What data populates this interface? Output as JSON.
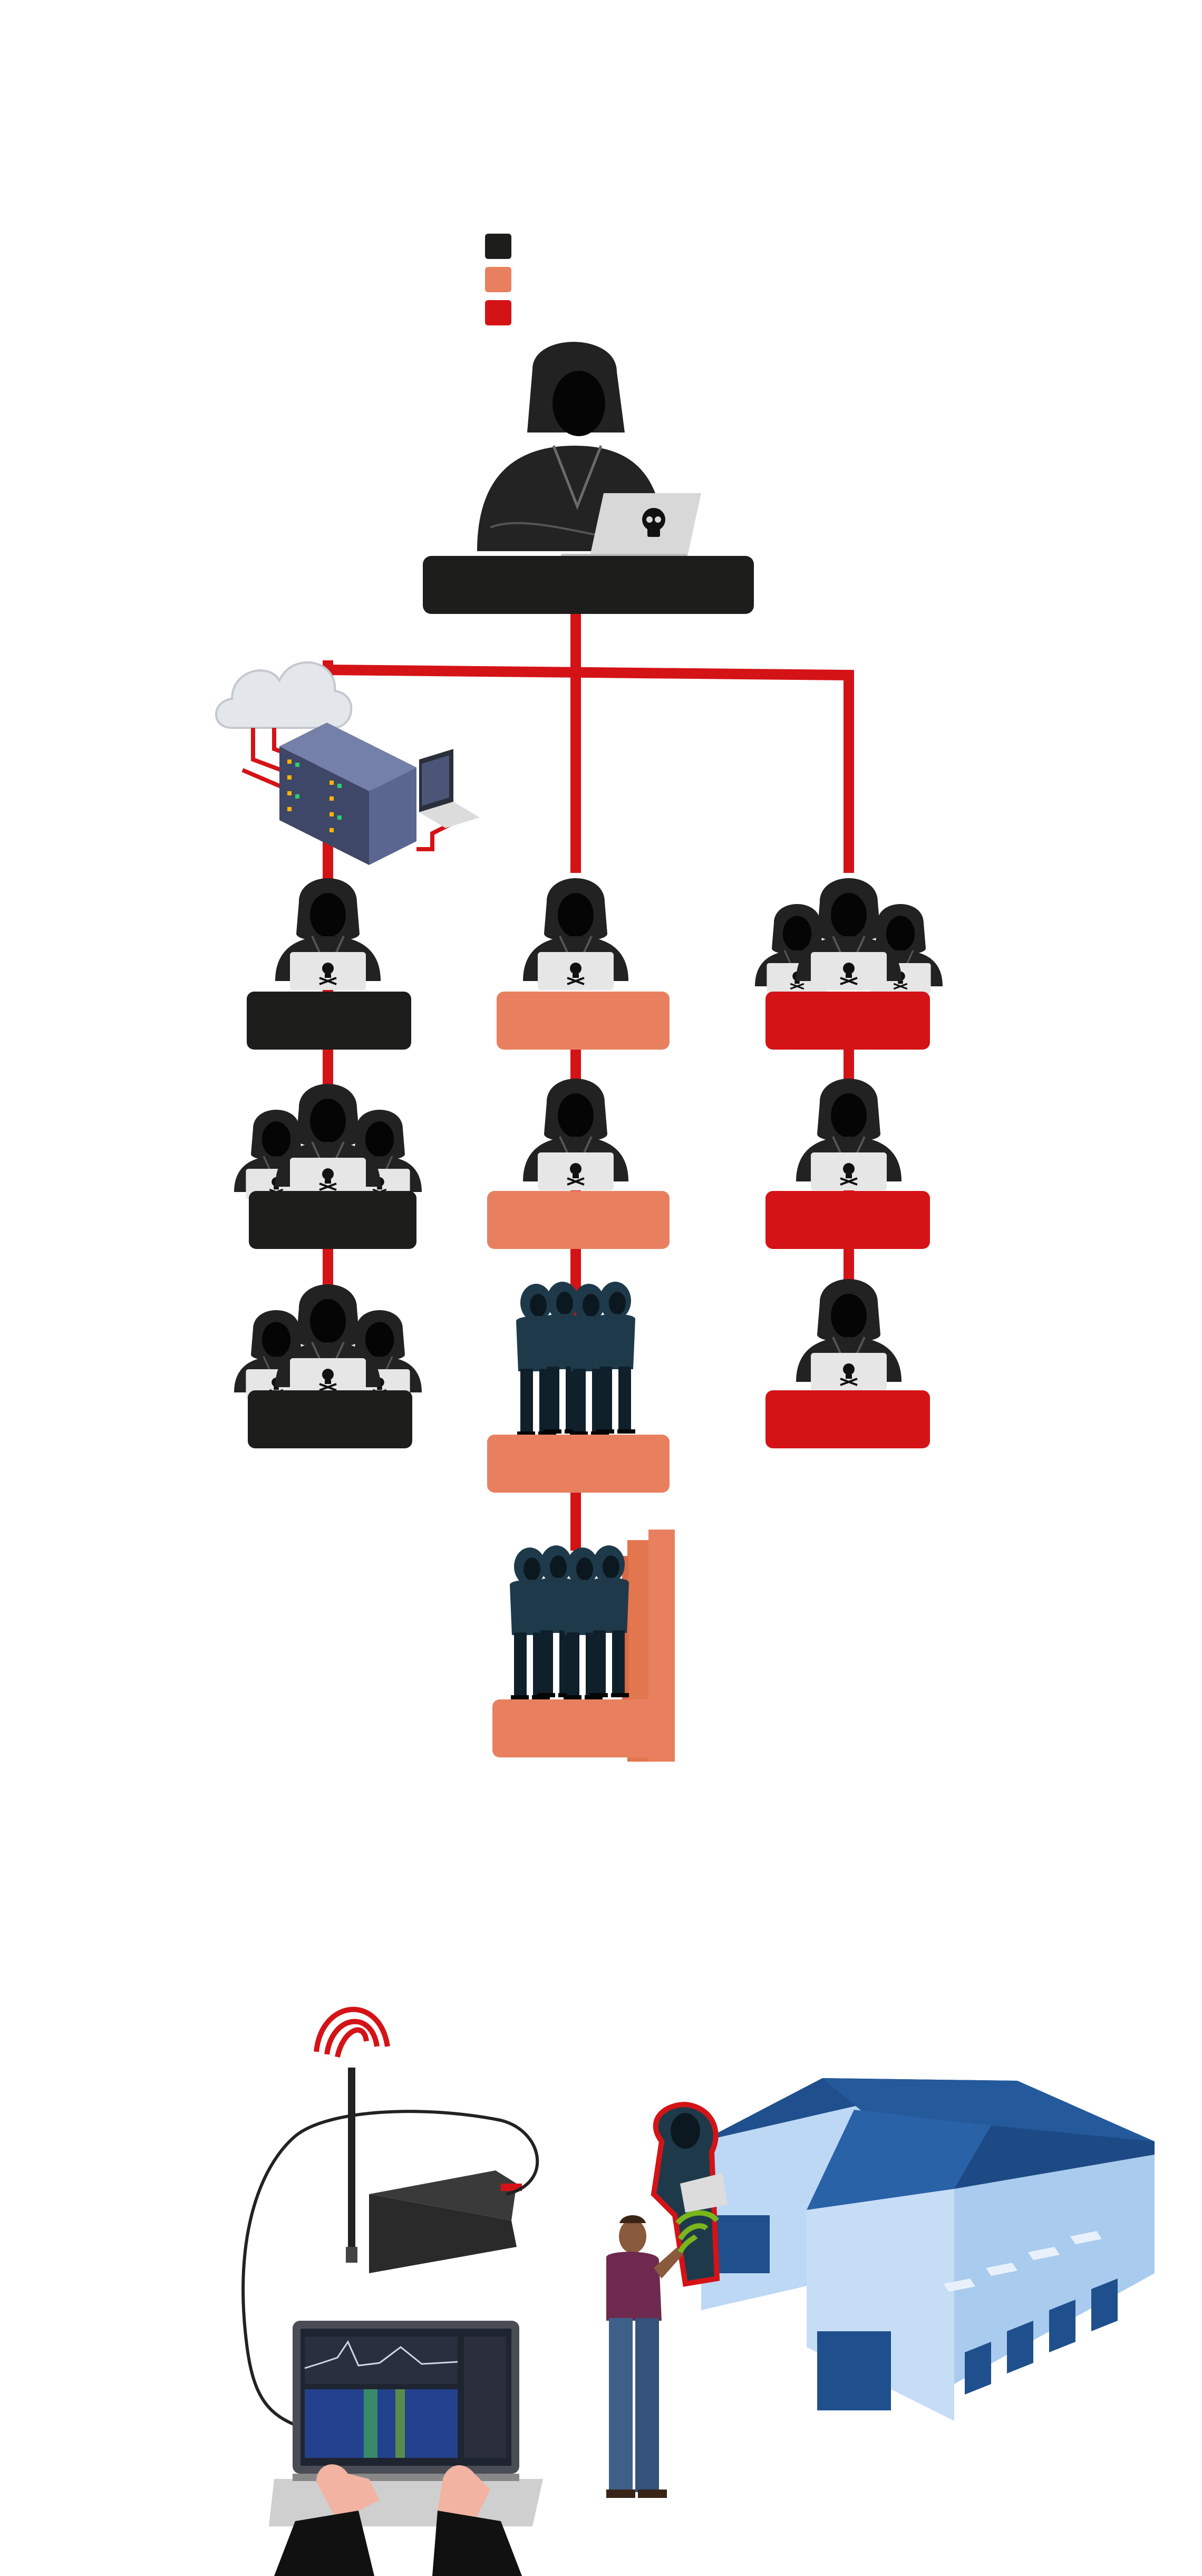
{
  "colors": {
    "black": "#1d1d1b",
    "salmon": "#e8805f",
    "red": "#d41317",
    "hoodie": "#222222",
    "laptop": "#e6e6e6",
    "teal": "#1e3a4a",
    "server": "#4a5578",
    "building_roof": "#1f4f8c",
    "building_wall": "#bcd8f5",
    "signal_green": "#7ab51d"
  },
  "legend": {
    "items": [
      {
        "color_key": "black"
      },
      {
        "color_key": "salmon"
      },
      {
        "color_key": "red"
      }
    ]
  },
  "icons": {
    "leader": "hacker-with-laptop-icon",
    "infrastructure": "cloud-server-icon",
    "single": "hacker-icon",
    "group": "hacker-group-icon",
    "crowd": "hooded-crowd-icon",
    "sdr": "sdr-radio-laptop-icon",
    "attack": "warehouse-wireless-attack-icon"
  }
}
